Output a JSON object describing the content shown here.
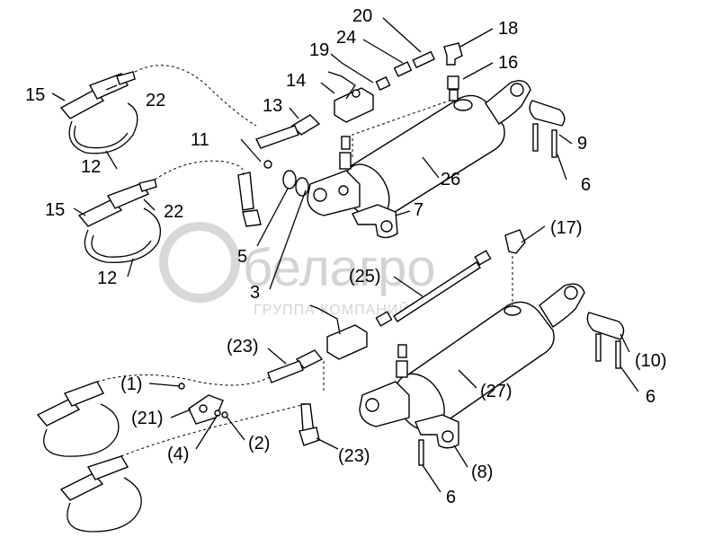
{
  "watermark": {
    "brand": "белагро",
    "subtitle": "ГРУППА КОМПАНИЙ"
  },
  "callouts": {
    "c1": "(1)",
    "c2": "(2)",
    "c3": "3",
    "c4": "(4)",
    "c5": "5",
    "c6a": "6",
    "c6b": "6",
    "c6c": "6",
    "c7": "7",
    "c8": "(8)",
    "c9": "9",
    "c10": "(10)",
    "c11": "11",
    "c12a": "12",
    "c12b": "12",
    "c13": "13",
    "c14": "14",
    "c15a": "15",
    "c15b": "15",
    "c16": "16",
    "c17": "(17)",
    "c18": "18",
    "c19": "19",
    "c20": "20",
    "c21": "(21)",
    "c22a": "22",
    "c22b": "22",
    "c23a": "(23)",
    "c23b": "(23)",
    "c24": "24",
    "c25": "(25)",
    "c26": "26",
    "c27": "(27)"
  }
}
